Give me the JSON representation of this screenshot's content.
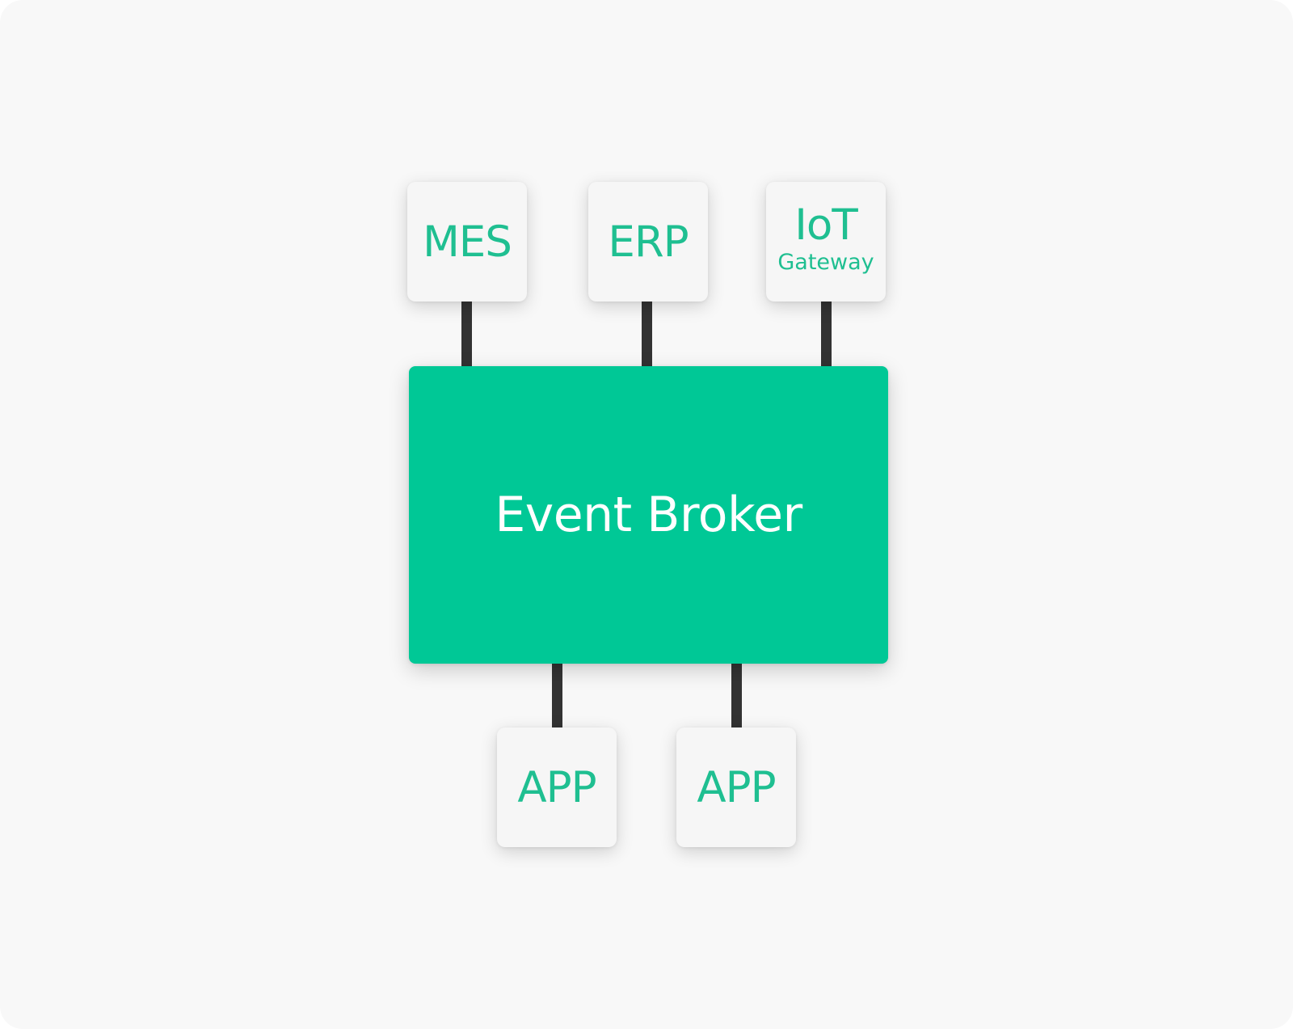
{
  "diagram": {
    "broker": {
      "label": "Event Broker"
    },
    "sources": [
      {
        "label": "MES"
      },
      {
        "label": "ERP"
      },
      {
        "label": "IoT",
        "sublabel": "Gateway"
      }
    ],
    "consumers": [
      {
        "label": "APP"
      },
      {
        "label": "APP"
      }
    ],
    "connections": [
      {
        "from": "MES",
        "to": "Event Broker"
      },
      {
        "from": "ERP",
        "to": "Event Broker"
      },
      {
        "from": "IoT Gateway",
        "to": "Event Broker"
      },
      {
        "from": "Event Broker",
        "to": "APP"
      },
      {
        "from": "Event Broker",
        "to": "APP"
      }
    ],
    "colors": {
      "broker_fill": "#00c896",
      "node_text": "#1fbf91",
      "node_fill": "#f6f6f6",
      "connector": "#333333",
      "background": "#f8f8f8"
    }
  }
}
